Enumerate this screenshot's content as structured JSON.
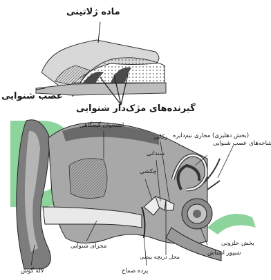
{
  "figure": {
    "top_labels": {
      "gelatinous_substance": "ماده ژلاتینی",
      "auditory_nerve": "عصب شنوایی",
      "hair_cells": "گیرنده‌های مژک‌دار شنوایی"
    },
    "bottom_labels": {
      "temporal_bone": "استخوان گیجگاهی",
      "stirrup": "رکابی",
      "anvil": "سندانی",
      "hammer": "چکشی",
      "vestibular_part": "(بخش دهلیزی) مجاری نیم‌دایره",
      "nerve_branches": "شاخه‌های عصب شنوایی",
      "ear_canal": "مجرای شنوایی",
      "auricle": "لاله گوش",
      "eardrum": "پرده صماخ",
      "oval_window": "محل دریچه بیضی",
      "cochlea": "بخش حلزونی",
      "eustachian_tube": "شیپور استاش"
    },
    "colors": {
      "ink": "#1a1a1a",
      "tissue_light": "#cfcfcf",
      "tissue_mid": "#9a9a9a",
      "tissue_dark": "#4a4a4a",
      "watermark_green": "#2fae4a"
    }
  }
}
